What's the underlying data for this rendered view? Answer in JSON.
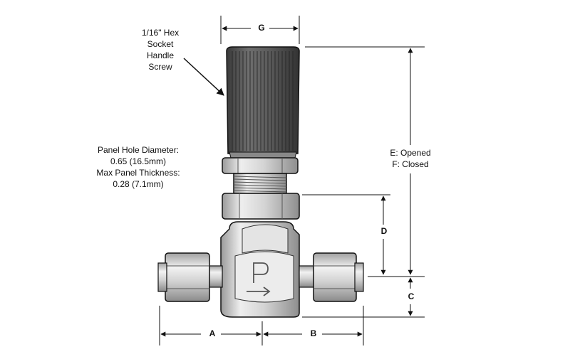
{
  "annotations": {
    "handle_screw": [
      "1/16\" Hex",
      "Socket",
      "Handle",
      "Screw"
    ],
    "panel": [
      "Panel Hole Diameter:",
      "0.65 (16.5mm)",
      "Max Panel Thickness:",
      "0.28 (7.1mm)"
    ],
    "opened": "E: Opened",
    "closed": "F: Closed"
  },
  "dimensions": {
    "a": "A",
    "b": "B",
    "c": "C",
    "d": "D",
    "g": "G"
  },
  "colors": {
    "metal_light": "#f2f2f2",
    "metal_mid": "#c8c8c8",
    "metal_dark": "#8a8a8a",
    "knob_dark": "#4a4a4a",
    "line": "#111111"
  }
}
